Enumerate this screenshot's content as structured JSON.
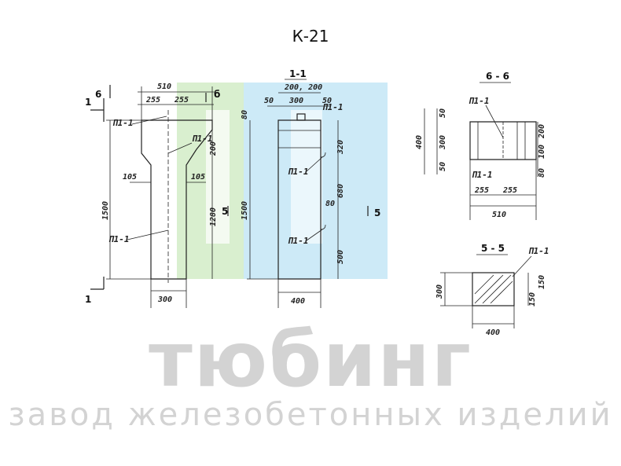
{
  "title": "К-21",
  "views": {
    "front": {
      "section_mark_top": "6",
      "section_mark_top_right": "б",
      "section_mark_left": "1",
      "section_mark_left_bottom": "1",
      "dim_top_total": "510",
      "dim_top_left": "255",
      "dim_top_right": "255",
      "dim_height": "1500",
      "dim_haunch": "200",
      "dim_lower": "1280",
      "dim_left_offset": "105",
      "dim_right_offset": "105",
      "dim_bottom": "300",
      "part_label_1": "П1-1",
      "part_label_2": "П1-1",
      "part_label_3": "П1-1",
      "section_mark_right": "5"
    },
    "section_1_1": {
      "header": "1-1",
      "dim_top": "200, 200",
      "dim_left": "50",
      "dim_mid": "300",
      "dim_right": "50",
      "dim_top_left": "80",
      "dim_height": "1500",
      "dim_upper": "320",
      "dim_mid_seg": "680",
      "dim_small": "80",
      "dim_lower": "500",
      "dim_bottom": "400",
      "part_label_1": "П1-1",
      "part_label_2": "П1-1",
      "part_label_3": "П1-1",
      "section_mark_right": "5"
    },
    "section_6_6": {
      "header": "6 - 6",
      "dim_left_total": "400",
      "dim_left_top": "50",
      "dim_left_mid": "300",
      "dim_left_bot": "50",
      "dim_right_1": "200",
      "dim_right_2": "100",
      "dim_right_3": "80",
      "dim_bottom_left": "255",
      "dim_bottom_right": "255",
      "dim_bottom_total": "510",
      "part_label_1": "П1-1",
      "part_label_2": "П1-1"
    },
    "section_5_5": {
      "header": "5 - 5",
      "part_label": "П1-1",
      "dim_left": "300",
      "dim_right_1": "150",
      "dim_right_2": "150",
      "dim_bottom": "400"
    }
  },
  "watermark": {
    "brand": "тюбинг",
    "tagline": "завод железобетонных изделий",
    "logo_colors": [
      "#cfe8c4",
      "#bfe4f5"
    ]
  }
}
